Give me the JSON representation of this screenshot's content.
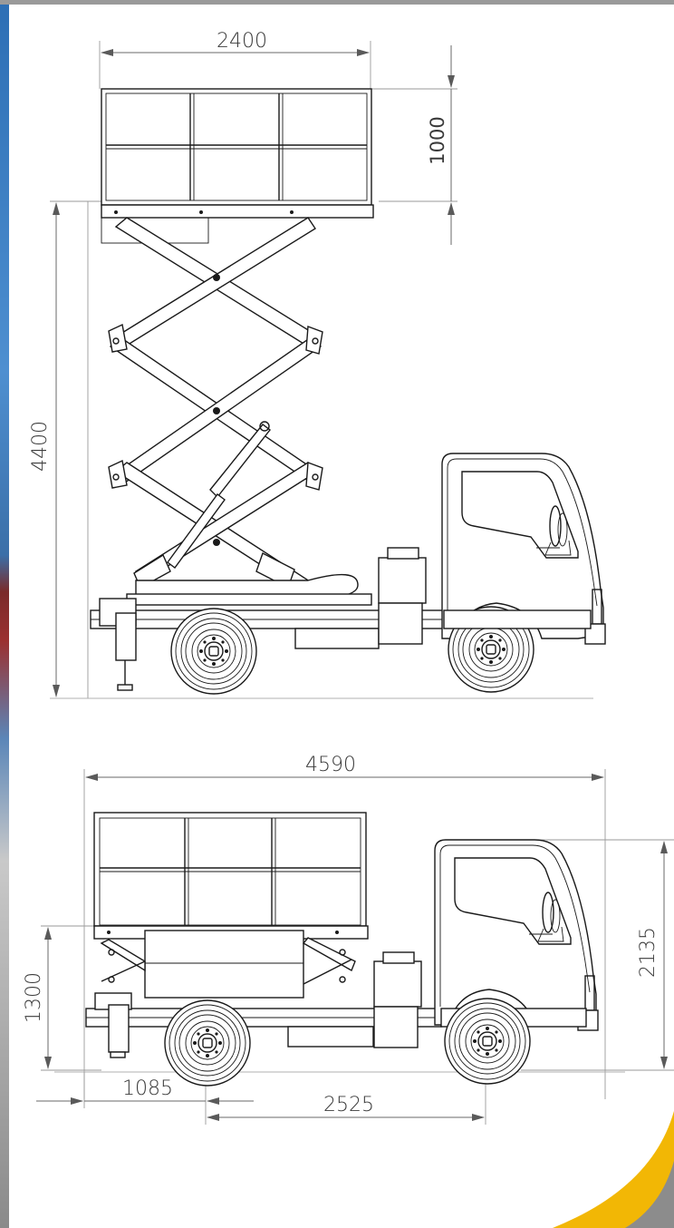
{
  "top_view": {
    "dim_width": "2400",
    "dim_cage_height": "1000",
    "dim_max_height": "4400"
  },
  "bottom_view": {
    "dim_overall_length": "4590",
    "dim_height": "2135",
    "dim_platform_height": "1300",
    "dim_rear_overhang": "1085",
    "dim_wheelbase": "2525"
  },
  "colors": {
    "accent_yellow": "#f2b705",
    "accent_gray": "#8c8c8c",
    "line": "#1a1a1a"
  }
}
